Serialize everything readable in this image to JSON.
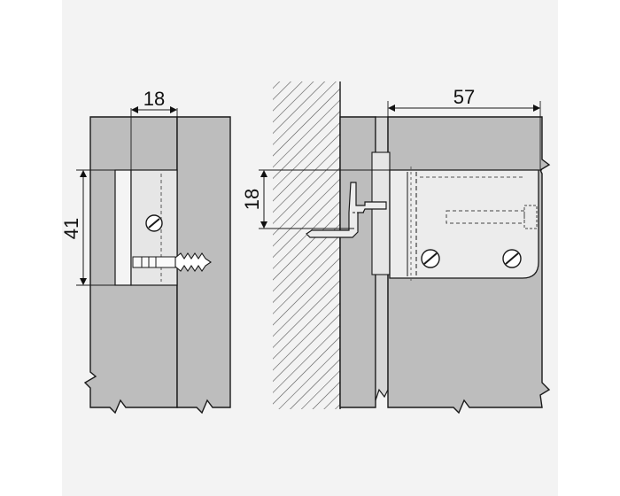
{
  "dimensions": {
    "left_width": "18",
    "left_height": "41",
    "right_offset": "18",
    "right_depth": "57"
  },
  "colors": {
    "background": "#f3f3f3",
    "panel": "#bdbdbd",
    "metal": "#e4e4e4",
    "line": "#1a1a1a"
  }
}
